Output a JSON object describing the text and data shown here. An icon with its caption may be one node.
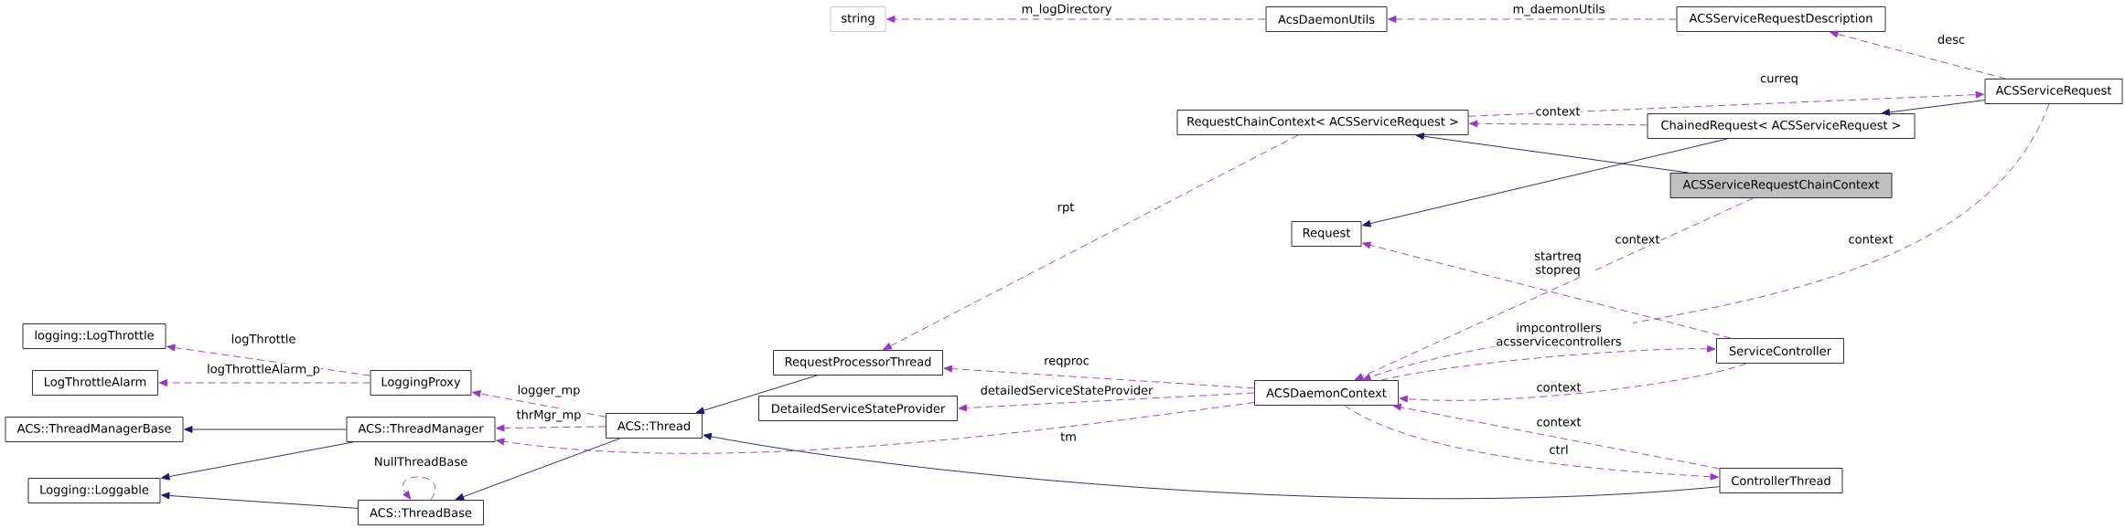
{
  "diagram": {
    "nodes": [
      {
        "text": [
          "string"
        ]
      },
      {
        "text": [
          "AcsDaemonUtils"
        ]
      },
      {
        "text": [
          "ACSServiceRequestDescription"
        ]
      },
      {
        "text": [
          "ACSServiceRequest"
        ]
      },
      {
        "text": [
          "RequestChainContext< ACSServiceRequest >"
        ]
      },
      {
        "text": [
          "ChainedRequest< ACSServiceRequest >"
        ]
      },
      {
        "text": [
          "ACSServiceRequestChainContext"
        ]
      },
      {
        "text": [
          "Request"
        ]
      },
      {
        "text": [
          "logging::LogThrottle"
        ]
      },
      {
        "text": [
          "LogThrottleAlarm"
        ]
      },
      {
        "text": [
          "LoggingProxy"
        ]
      },
      {
        "text": [
          "RequestProcessorThread"
        ]
      },
      {
        "text": [
          "ServiceController"
        ]
      },
      {
        "text": [
          "ACSDaemonContext"
        ]
      },
      {
        "text": [
          "DetailedServiceStateProvider"
        ]
      },
      {
        "text": [
          "ACS::ThreadManagerBase"
        ]
      },
      {
        "text": [
          "ACS::ThreadManager"
        ]
      },
      {
        "text": [
          "ACS::Thread"
        ]
      },
      {
        "text": [
          "Logging::Loggable"
        ]
      },
      {
        "text": [
          "ACS::ThreadBase"
        ]
      },
      {
        "text": [
          "ControllerThread"
        ]
      }
    ],
    "edges": [
      {
        "from": 1,
        "to": 0,
        "arrow": "to",
        "label": "m_logDirectory",
        "style": "dashed"
      },
      {
        "from": 2,
        "to": 1,
        "arrow": "to",
        "label": "m_daemonUtils",
        "style": "dashed"
      },
      {
        "from": 3,
        "to": 2,
        "arrow": "to",
        "label": "desc",
        "style": "dashed"
      },
      {
        "from": 4,
        "to": 3,
        "arrow": "to",
        "label": "curreq",
        "style": "dashed"
      },
      {
        "from": 5,
        "to": 4,
        "arrow": "to",
        "label": "context",
        "style": "dashed"
      },
      {
        "from": 3,
        "to": 5,
        "arrow": "to",
        "color": "#191970"
      },
      {
        "from": 6,
        "to": 4,
        "arrow": "to",
        "color": "#191970"
      },
      {
        "from": 5,
        "to": 7,
        "arrow": "to",
        "color": "#191970"
      },
      {
        "from": 4,
        "to": 11,
        "arrow": "to",
        "label": "rpt",
        "style": "dashed"
      },
      {
        "from": 6,
        "to": 13,
        "arrow": "to",
        "label": "context",
        "style": "dashed"
      },
      {
        "from": 3,
        "to": 13,
        "arrow": "to",
        "label": "context",
        "style": "dashed"
      },
      {
        "from": 12,
        "to": 7,
        "arrow": "to",
        "label": "startreq stopreq",
        "style": "dashed"
      },
      {
        "from": 13,
        "to": 12,
        "arrow": "to",
        "label": "impcontrollers acsservicecontrollers",
        "style": "dashed"
      },
      {
        "from": 12,
        "to": 13,
        "arrow": "to",
        "label": "context",
        "style": "dashed"
      },
      {
        "from": 20,
        "to": 13,
        "arrow": "to",
        "label": "context",
        "style": "dashed"
      },
      {
        "from": 13,
        "to": 20,
        "arrow": "to",
        "label": "ctrl",
        "style": "dashed"
      },
      {
        "from": 20,
        "to": 17,
        "arrow": "to",
        "color": "#191970"
      },
      {
        "from": 13,
        "to": 11,
        "arrow": "to",
        "label": "reqproc",
        "style": "dashed"
      },
      {
        "from": 13,
        "to": 14,
        "arrow": "to",
        "label": "detailedServiceStateProvider",
        "style": "dashed"
      },
      {
        "from": 13,
        "to": 16,
        "arrow": "to",
        "label": "tm",
        "style": "dashed"
      },
      {
        "from": 11,
        "to": 17,
        "arrow": "to",
        "color": "#191970"
      },
      {
        "from": 17,
        "to": 10,
        "arrow": "to",
        "label": "logger_mp",
        "style": "dashed"
      },
      {
        "from": 17,
        "to": 16,
        "arrow": "to",
        "label": "thrMgr_mp",
        "style": "dashed"
      },
      {
        "from": 10,
        "to": 8,
        "arrow": "to",
        "label": "logThrottle",
        "style": "dashed"
      },
      {
        "from": 10,
        "to": 9,
        "arrow": "to",
        "label": "logThrottleAlarm_p",
        "style": "dashed"
      },
      {
        "from": 16,
        "to": 15,
        "arrow": "to",
        "color": "#191970"
      },
      {
        "from": 16,
        "to": 18,
        "arrow": "to",
        "color": "#191970"
      },
      {
        "from": 17,
        "to": 19,
        "arrow": "to",
        "color": "#191970"
      },
      {
        "from": 19,
        "to": 18,
        "arrow": "to",
        "color": "#191970"
      },
      {
        "from": 19,
        "to": 19,
        "arrow": "to",
        "label": "NullThreadBase",
        "style": "dashed"
      }
    ]
  }
}
